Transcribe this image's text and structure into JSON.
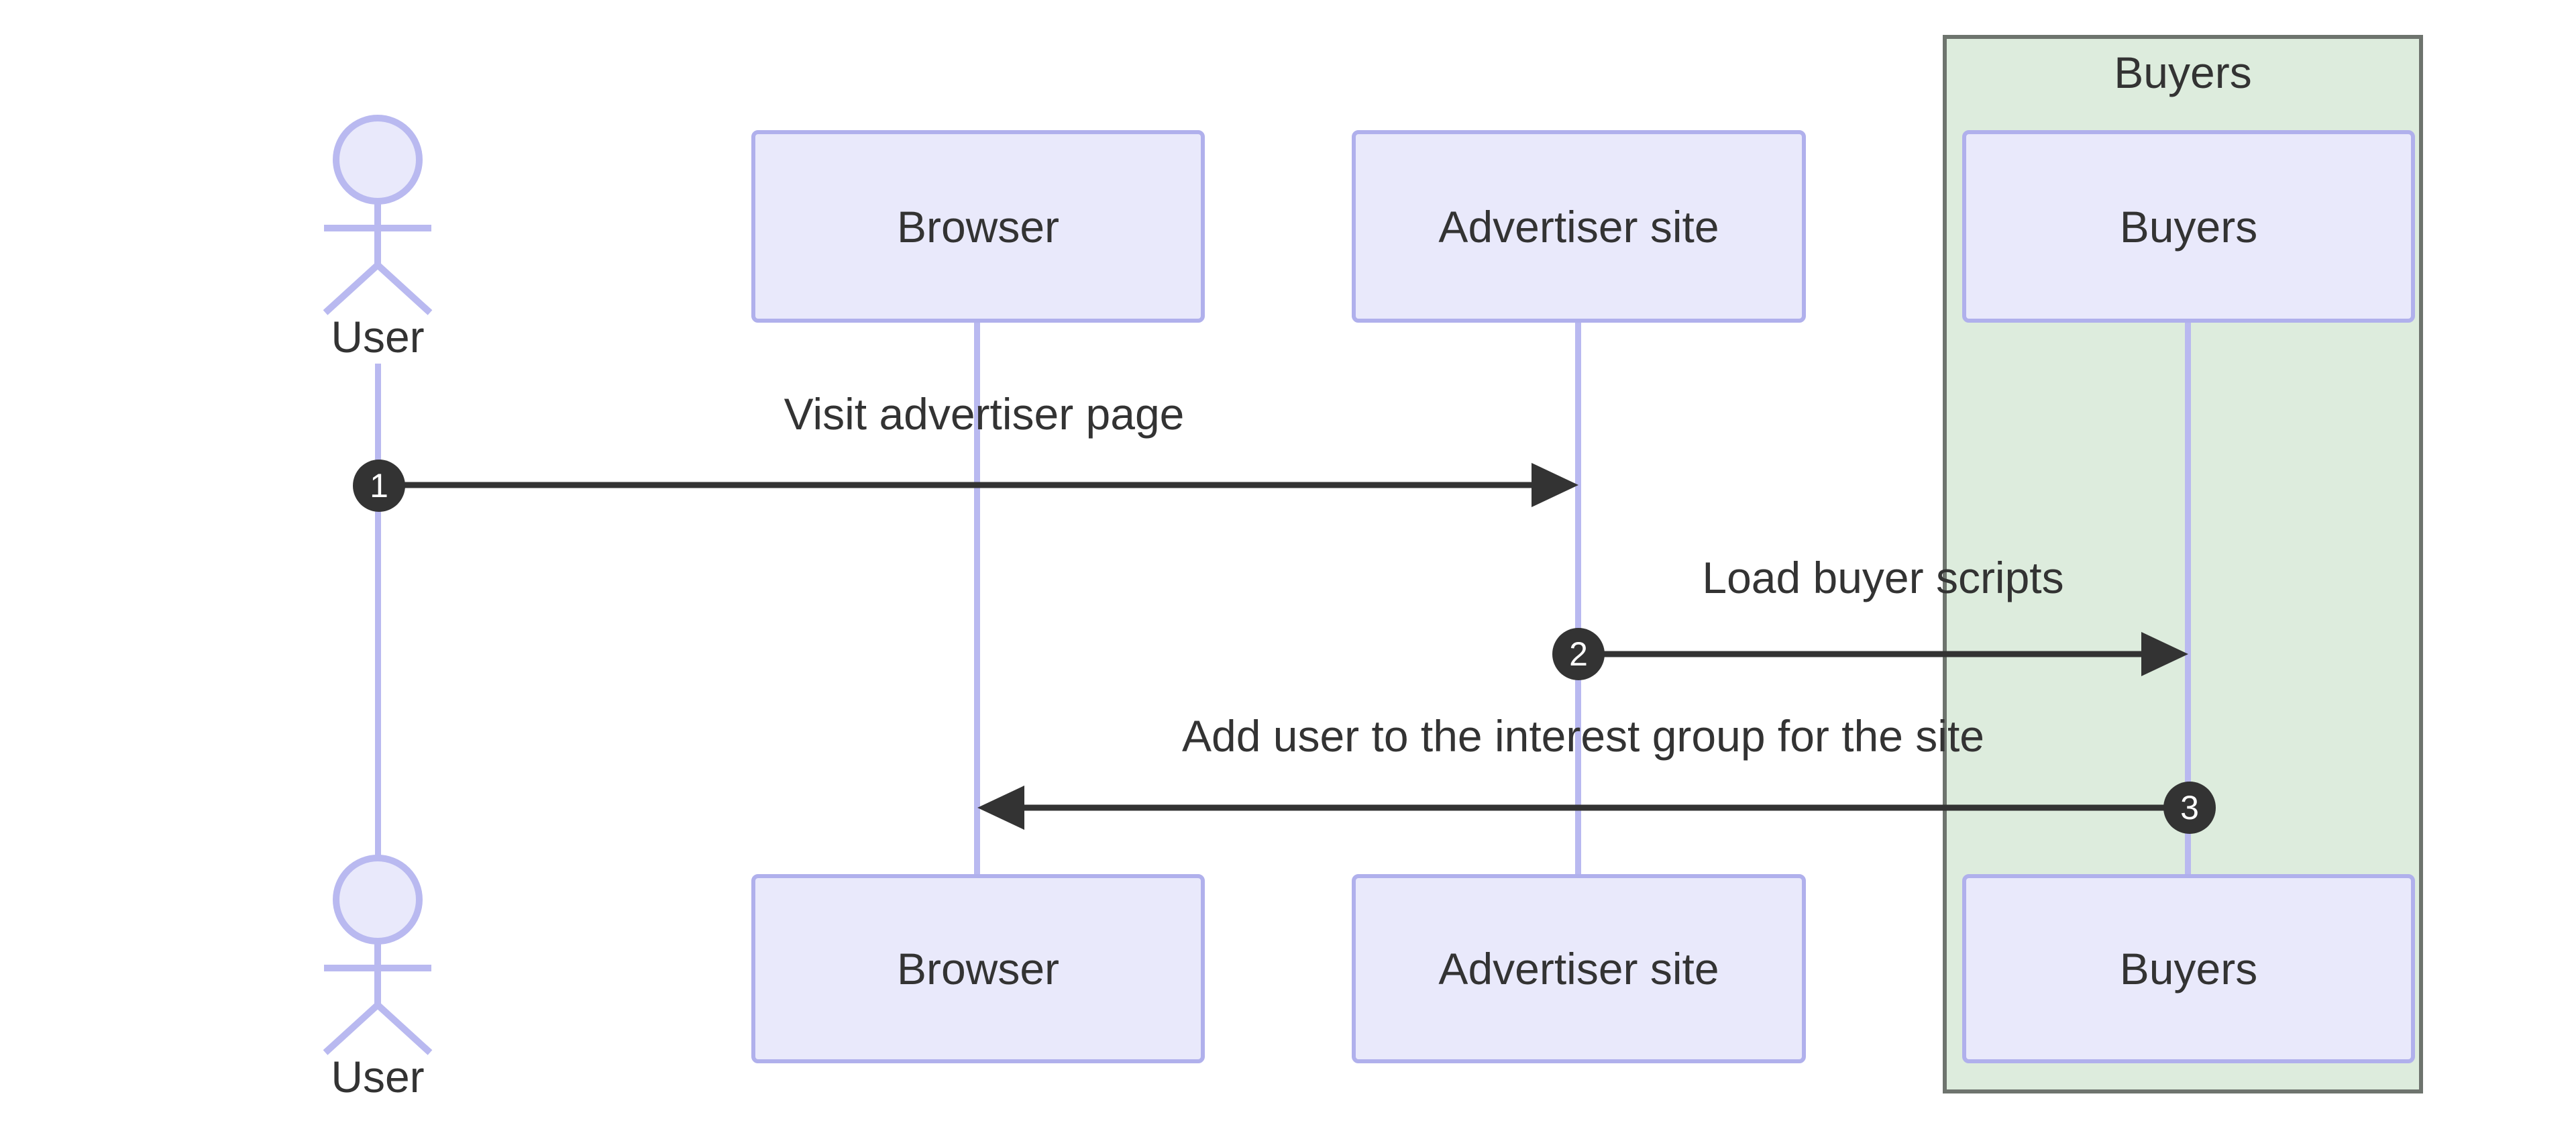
{
  "diagram": {
    "type": "sequence-diagram",
    "group": {
      "label": "Buyers",
      "fill": "#ddecdd",
      "border": "#6e746e"
    },
    "actors": [
      {
        "label": "User",
        "kind": "actor"
      },
      {
        "label": "Browser",
        "kind": "participant"
      },
      {
        "label": "Advertiser site",
        "kind": "participant"
      },
      {
        "label": "Buyers",
        "kind": "participant",
        "group": "Buyers"
      }
    ],
    "messages": [
      {
        "seq": "1",
        "from": "User",
        "to": "Advertiser site",
        "label": "Visit advertiser page",
        "direction": "right"
      },
      {
        "seq": "2",
        "from": "Advertiser site",
        "to": "Buyers",
        "label": "Load buyer scripts",
        "direction": "right"
      },
      {
        "seq": "3",
        "from": "Buyers",
        "to": "Browser",
        "label": "Add user to the interest group for the site",
        "direction": "left"
      }
    ],
    "colors": {
      "participant_fill": "#e9e9fb",
      "participant_border": "#b0b0ec",
      "lifeline": "#b9b9f0",
      "group_fill": "#ddecdd",
      "group_border": "#6e746e",
      "text": "#333333",
      "arrow": "#333333",
      "seq_badge_fill": "#333333",
      "seq_badge_text": "#ffffff"
    }
  }
}
